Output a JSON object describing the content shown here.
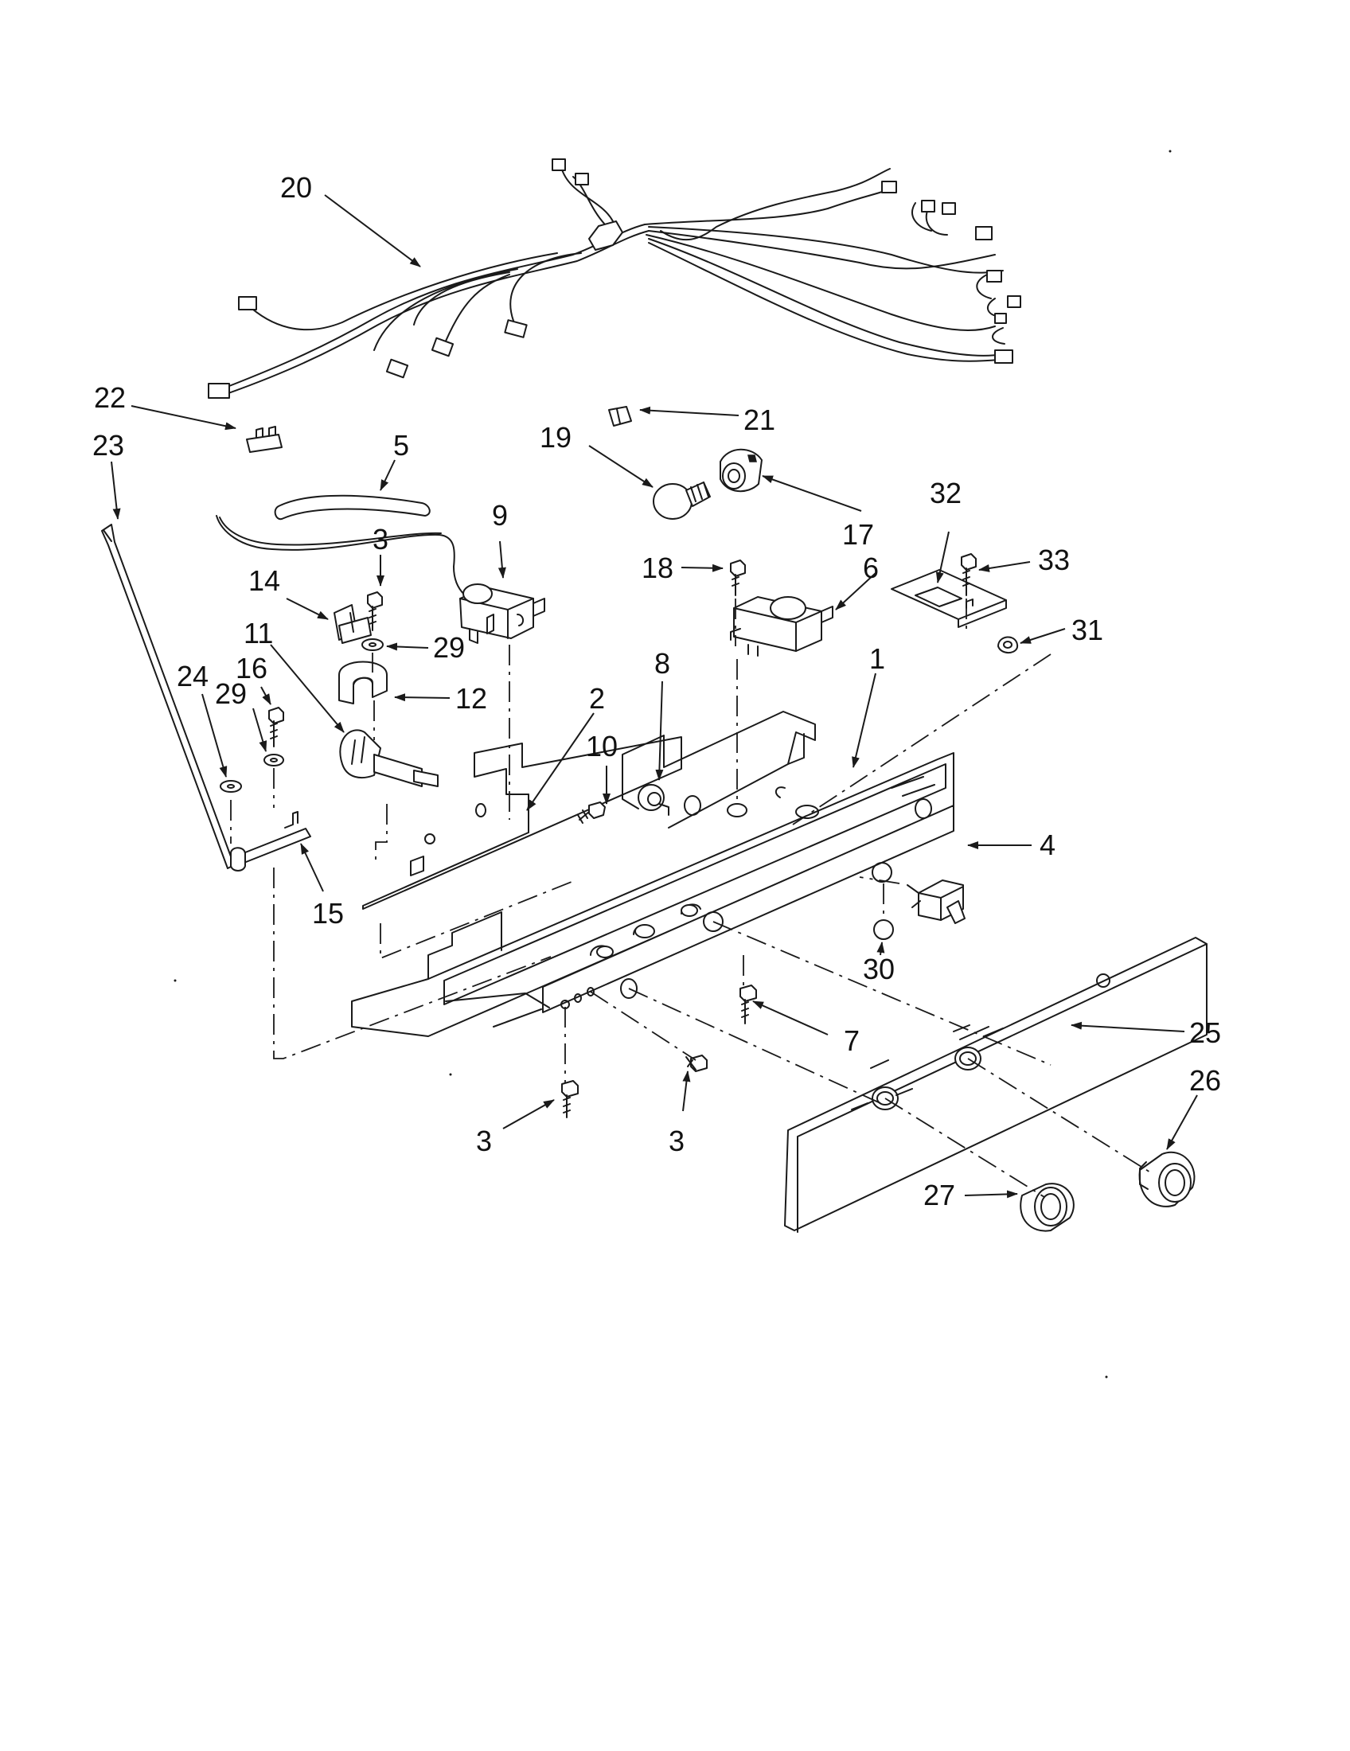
{
  "callouts": [
    {
      "id": "c1",
      "label": "1"
    },
    {
      "id": "c2",
      "label": "2"
    },
    {
      "id": "c3a",
      "label": "3"
    },
    {
      "id": "c3b",
      "label": "3"
    },
    {
      "id": "c3c",
      "label": "3"
    },
    {
      "id": "c4",
      "label": "4"
    },
    {
      "id": "c5",
      "label": "5"
    },
    {
      "id": "c6",
      "label": "6"
    },
    {
      "id": "c7",
      "label": "7"
    },
    {
      "id": "c8",
      "label": "8"
    },
    {
      "id": "c9",
      "label": "9"
    },
    {
      "id": "c10",
      "label": "10"
    },
    {
      "id": "c11",
      "label": "11"
    },
    {
      "id": "c12",
      "label": "12"
    },
    {
      "id": "c14",
      "label": "14"
    },
    {
      "id": "c15",
      "label": "15"
    },
    {
      "id": "c16",
      "label": "16"
    },
    {
      "id": "c17",
      "label": "17"
    },
    {
      "id": "c18",
      "label": "18"
    },
    {
      "id": "c19",
      "label": "19"
    },
    {
      "id": "c20",
      "label": "20"
    },
    {
      "id": "c21",
      "label": "21"
    },
    {
      "id": "c22",
      "label": "22"
    },
    {
      "id": "c23",
      "label": "23"
    },
    {
      "id": "c24",
      "label": "24"
    },
    {
      "id": "c25",
      "label": "25"
    },
    {
      "id": "c26",
      "label": "26"
    },
    {
      "id": "c27",
      "label": "27"
    },
    {
      "id": "c29a",
      "label": "29"
    },
    {
      "id": "c29b",
      "label": "29"
    },
    {
      "id": "c30",
      "label": "30"
    },
    {
      "id": "c31",
      "label": "31"
    },
    {
      "id": "c32",
      "label": "32"
    },
    {
      "id": "c33",
      "label": "33"
    }
  ]
}
